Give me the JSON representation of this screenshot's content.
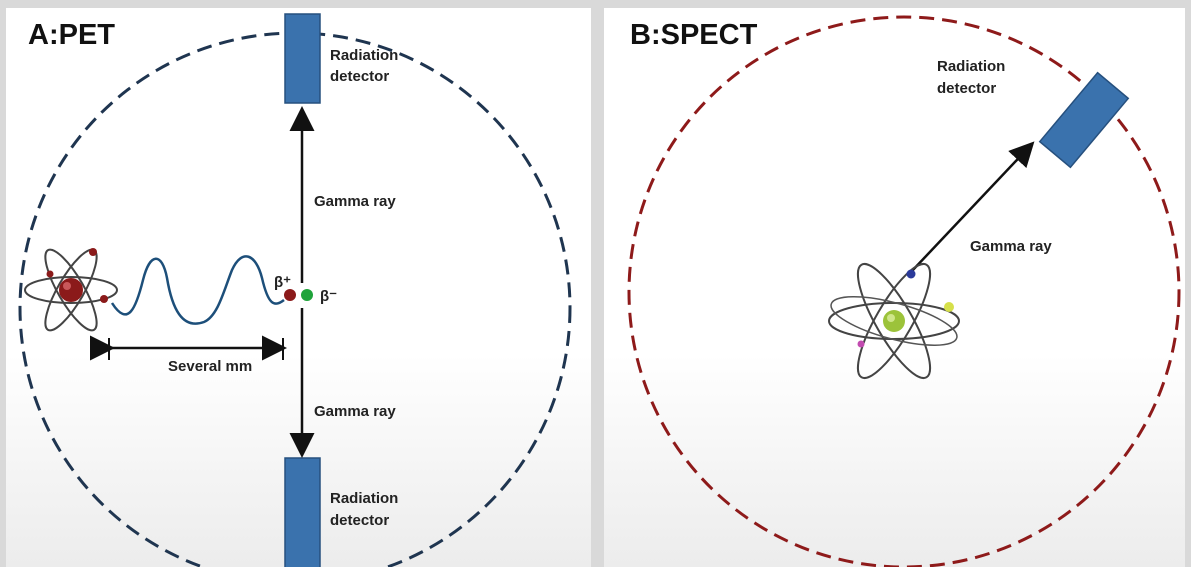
{
  "colors": {
    "detector": "#3a72ad",
    "detector_edge": "#26507e",
    "pet_ring": "#1f3550",
    "spect_ring": "#8e1a1a",
    "positron_path": "#1d4f7a",
    "positron": "#8b1a1a",
    "electron": "#1fa33a"
  },
  "panels": {
    "pet": {
      "title": "A:PET",
      "detector_top": {
        "line1": "Radiation",
        "line2": "detector"
      },
      "detector_bottom": {
        "line1": "Radiation",
        "line2": "detector"
      },
      "gamma_top": "Gamma ray",
      "gamma_bottom": "Gamma ray",
      "distance_label": "Several mm",
      "beta_plus": "β⁺",
      "beta_minus": "β⁻"
    },
    "spect": {
      "title": "B:SPECT",
      "detector": {
        "line1": "Radiation",
        "line2": "detector"
      },
      "gamma": "Gamma ray"
    }
  }
}
